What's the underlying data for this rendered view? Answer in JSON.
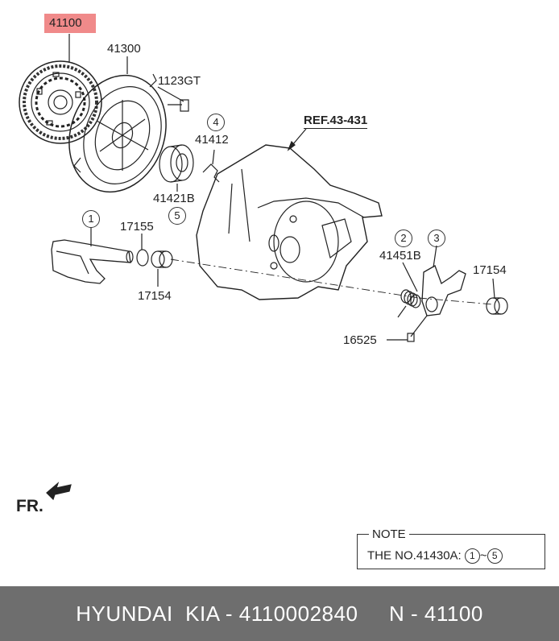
{
  "parts": {
    "p41100": "41100",
    "p41300": "41300",
    "p1123gt": "1123GT",
    "p41412": "41412",
    "p41421b": "41421B",
    "p17155": "17155",
    "p17154_left": "17154",
    "p41451b": "41451B",
    "p17154_right": "17154",
    "p16525": "16525"
  },
  "circled": {
    "c1": "1",
    "c2": "2",
    "c3": "3",
    "c4": "4",
    "c5": "5"
  },
  "ref_label": "REF.43-431",
  "direction_label": "FR.",
  "note": {
    "title": "NOTE",
    "text": "THE NO.41430A:",
    "from": "1",
    "sep": "~",
    "to": "5"
  },
  "footer": {
    "text": "HYUNDAI  KIA - 4110002840     N - 41100"
  },
  "colors": {
    "highlight": "#f08a8a",
    "footer_bg": "#6e6e6e",
    "footer_text": "#ffffff"
  }
}
